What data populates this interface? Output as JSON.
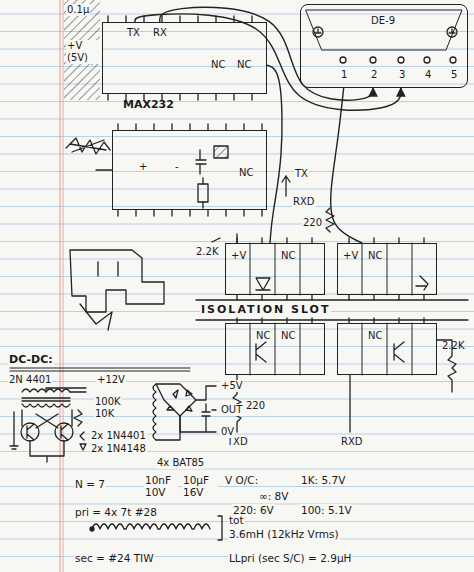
{
  "diagram": {
    "nodes": [
      {
        "text": [
          "TX",
          "RX",
          "NC",
          "NC",
          "MAX232"
        ]
      },
      {
        "text": [
          "+",
          "-",
          "NC"
        ]
      },
      {
        "text": [
          "DE-9",
          "1",
          "2",
          "3",
          "4",
          "5"
        ]
      },
      {
        "text": [
          "+V",
          "NC",
          "2.2K"
        ]
      },
      {
        "text": [
          "+V",
          "NC"
        ]
      },
      {
        "text": [
          "NC",
          "NC"
        ]
      },
      {
        "text": [
          "NC",
          "2.2K"
        ]
      }
    ],
    "edges": [
      {
        "from": 0,
        "to": 2,
        "arrow": "to"
      },
      {
        "from": 0,
        "to": 2,
        "arrow": "to"
      },
      {
        "from": 0,
        "to": 3,
        "arrow": "none"
      },
      {
        "from": 2,
        "to": 4,
        "arrow": "none"
      }
    ],
    "labels": [
      "0.1µ",
      "+V (5V)",
      "TX",
      "RXD",
      "220",
      "ISOLATION SLOT",
      "220",
      "TXD",
      "RXD",
      "DC-DC:",
      "2N 4401",
      "+12V",
      "100K",
      "10K",
      "2x 1N4401",
      "2x 1N4148",
      "+5V",
      "OUT",
      "0V",
      "4x BAT85",
      "N = 7",
      "10nF 10V",
      "10µF 16V",
      "V O/C:",
      "1K: 5.7V",
      "∞: 8V",
      "220: 6V",
      "100: 5.1V",
      "pri = 4x 7t #28",
      "tot",
      "3.6mH (12kHz Vrms)",
      "sec = #24 TIW",
      "LLpri (sec S/C) = 2.9µH"
    ]
  }
}
